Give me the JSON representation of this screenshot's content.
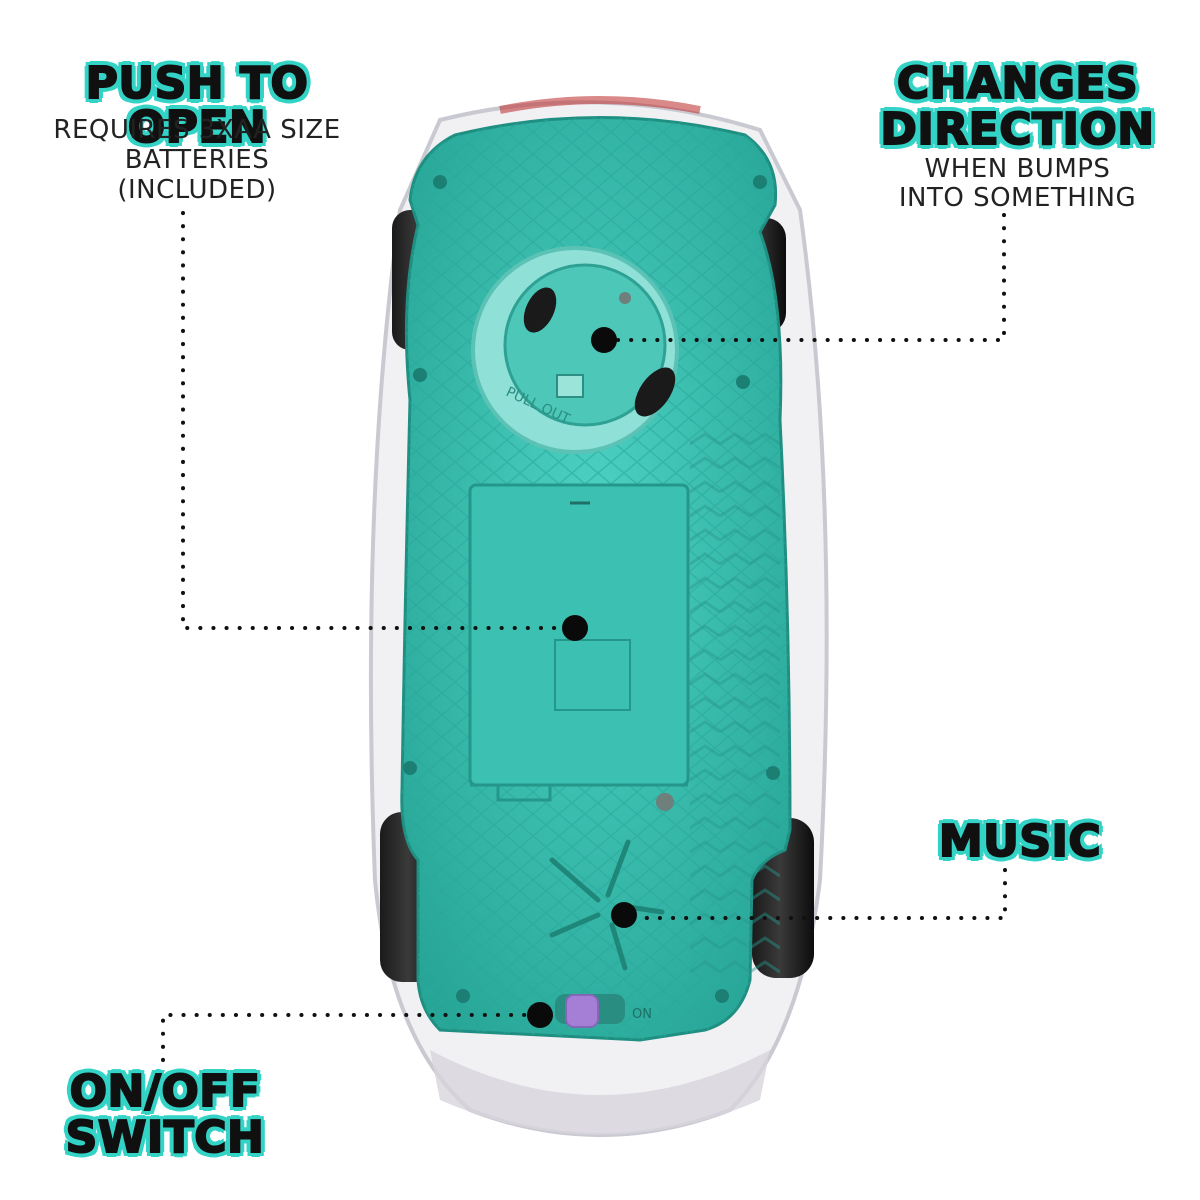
{
  "colors": {
    "accent": "#33D3C6",
    "toy_body": "#37C3B4",
    "text": "#101010",
    "switch": "#A57FD6"
  },
  "callouts": {
    "push_to_open": {
      "title": "PUSH TO OPEN",
      "lines": [
        "REQUIRES 3XAA SIZE",
        "BATTERIES",
        "(INCLUDED)"
      ]
    },
    "changes_direction": {
      "title_lines": [
        "CHANGES",
        "DIRECTION"
      ],
      "lines": [
        "WHEN BUMPS",
        "INTO SOMETHING"
      ]
    },
    "music": {
      "title": "MUSIC"
    },
    "on_off_switch": {
      "title_lines": [
        "ON/OFF",
        "SWITCH"
      ]
    }
  },
  "toy": {
    "pull_out_label": "PULL OUT",
    "on_label": "ON"
  }
}
